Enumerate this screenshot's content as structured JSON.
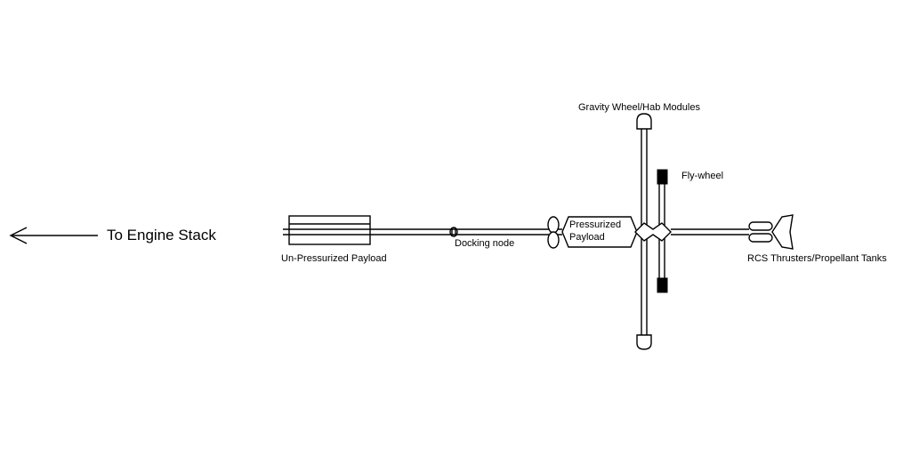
{
  "labels": {
    "engine_stack": "To Engine Stack",
    "unpressurized_payload": "Un-Pressurized Payload",
    "docking_node": "Docking node",
    "pressurized_payload_line1": "Pressurized",
    "pressurized_payload_line2": "Payload",
    "gravity_wheel": "Gravity Wheel/Hab Modules",
    "flywheel": "Fly-wheel",
    "rcs": "RCS Thrusters/Propellant Tanks"
  }
}
